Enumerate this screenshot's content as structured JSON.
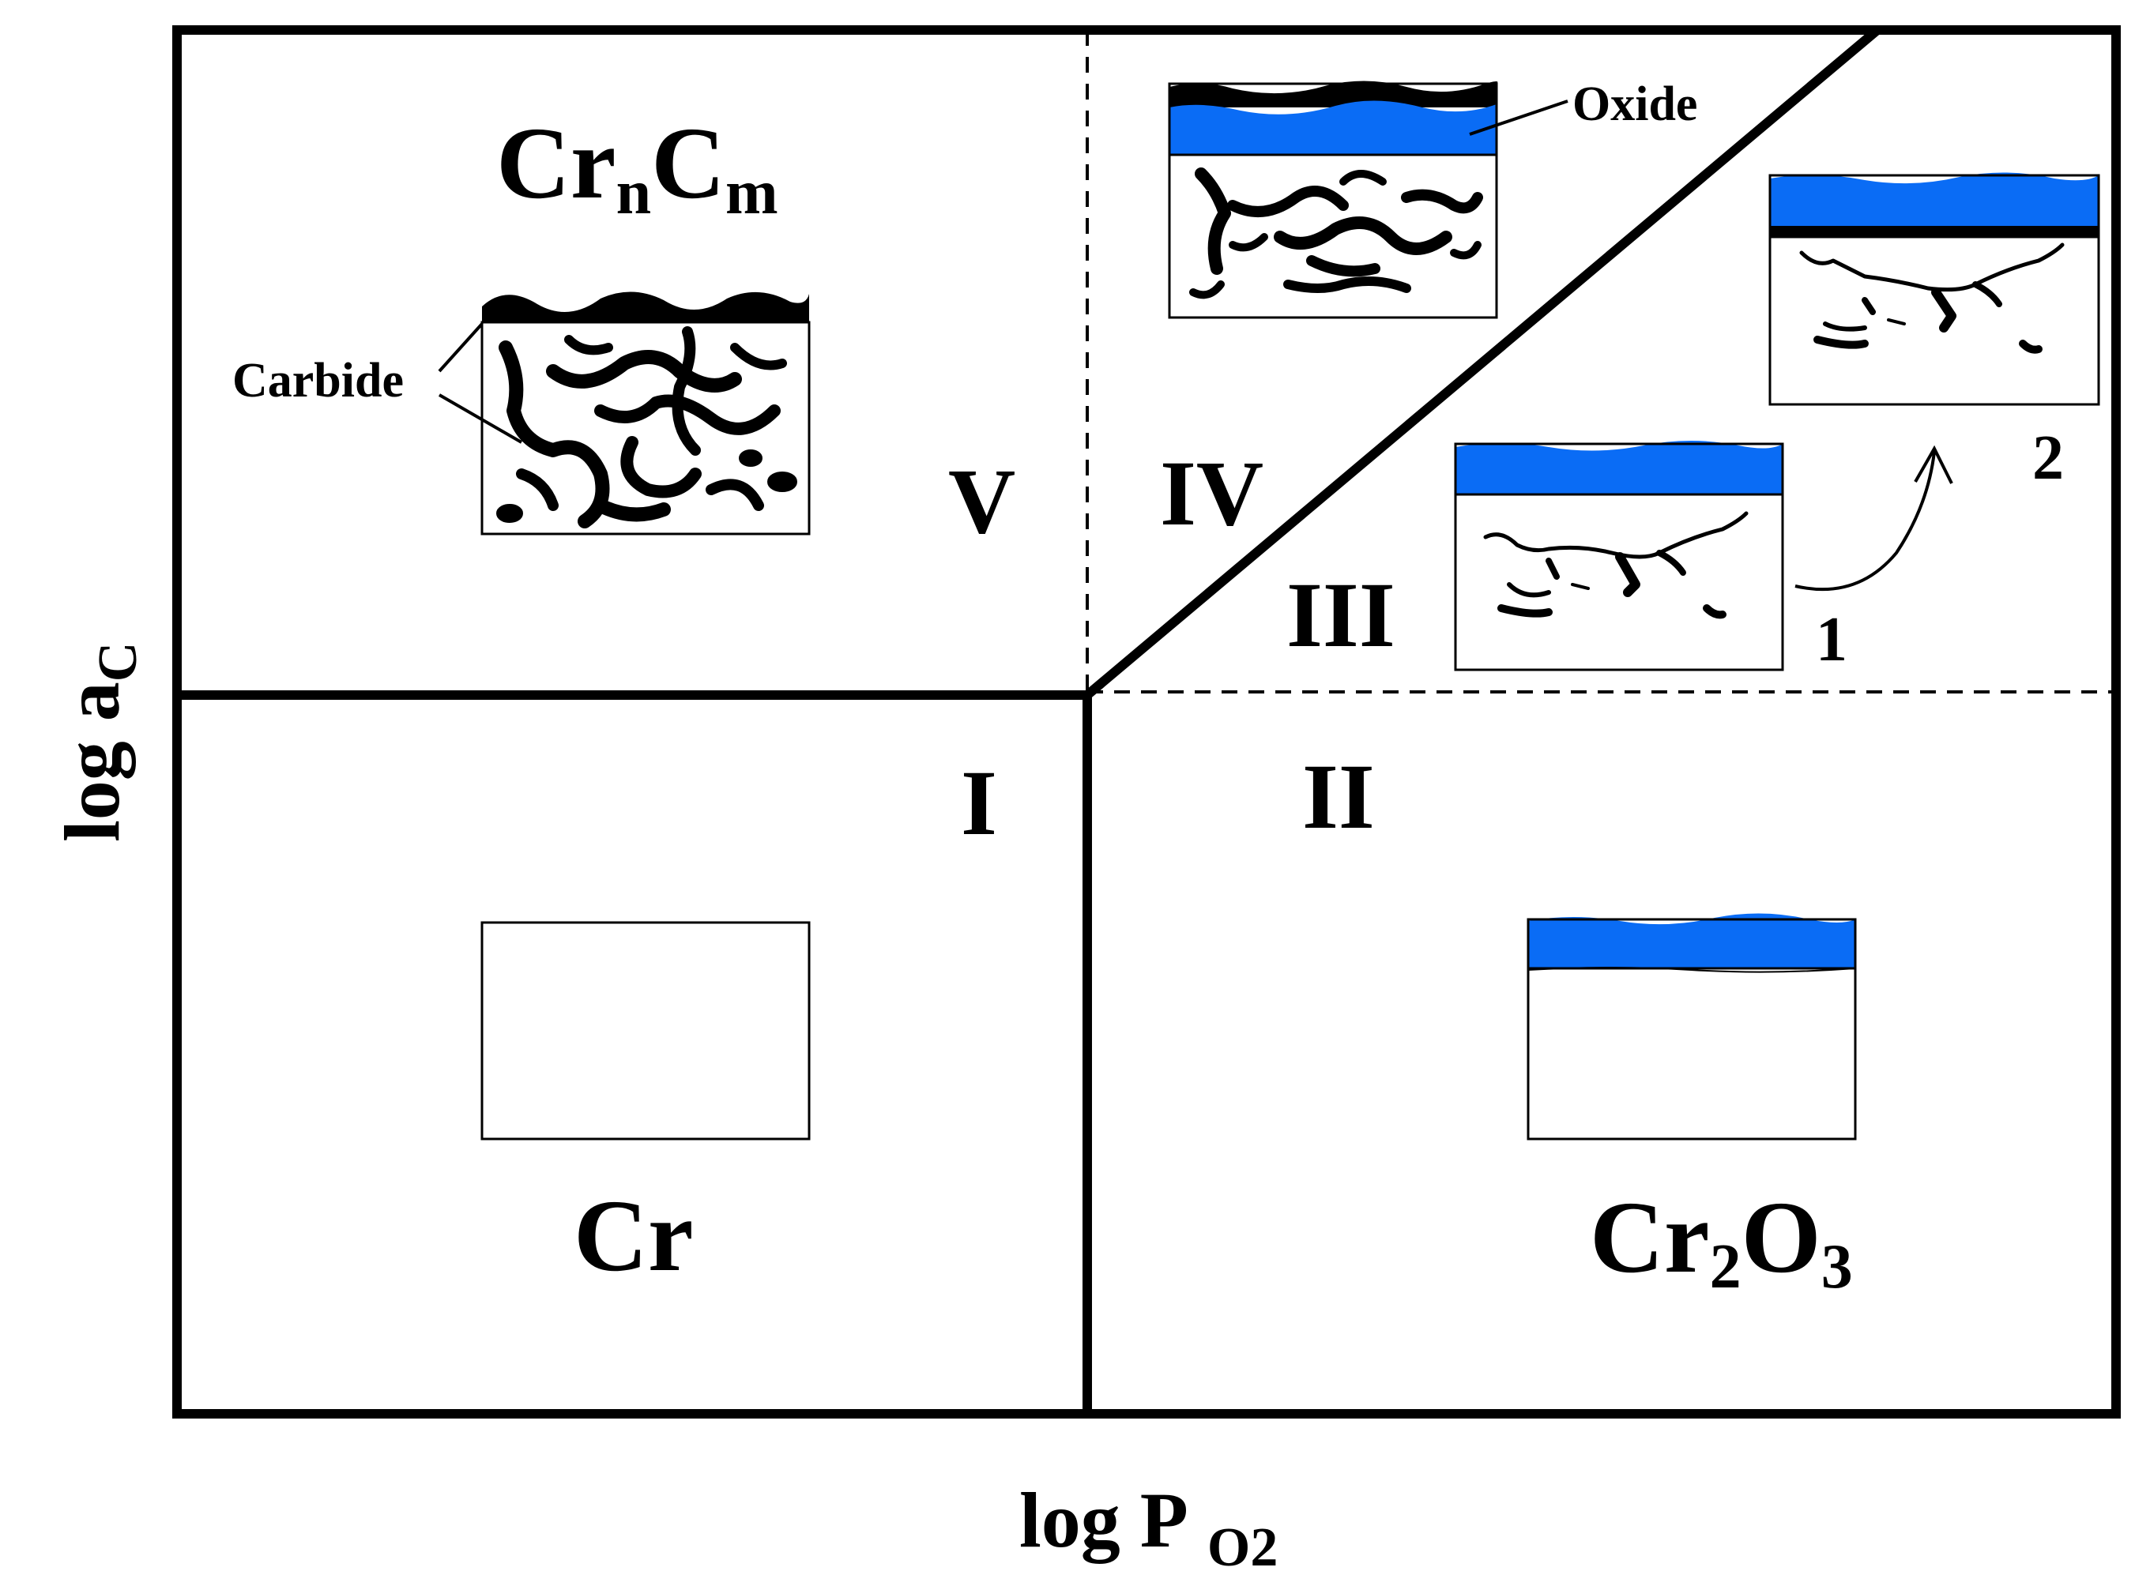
{
  "axes": {
    "x_label_main": "log P",
    "x_label_sub": "O2",
    "y_label_main": "log a",
    "y_label_sub": "C"
  },
  "phases": {
    "carbide": {
      "main": "Cr",
      "sub1": "n",
      "mid": "C",
      "sub2": "m"
    },
    "metal": "Cr",
    "oxide": {
      "main": "Cr",
      "sub1": "2",
      "mid": "O",
      "sub2": "3"
    }
  },
  "regions": {
    "r1": "I",
    "r2": "II",
    "r3": "III",
    "r4": "IV",
    "r5": "V"
  },
  "callouts": {
    "carbide": "Carbide",
    "oxide": "Oxide"
  },
  "stages": {
    "s1": "1",
    "s2": "2"
  },
  "colors": {
    "oxide_layer": "#0a6cf5",
    "carbide": "#000000",
    "line": "#000000"
  }
}
